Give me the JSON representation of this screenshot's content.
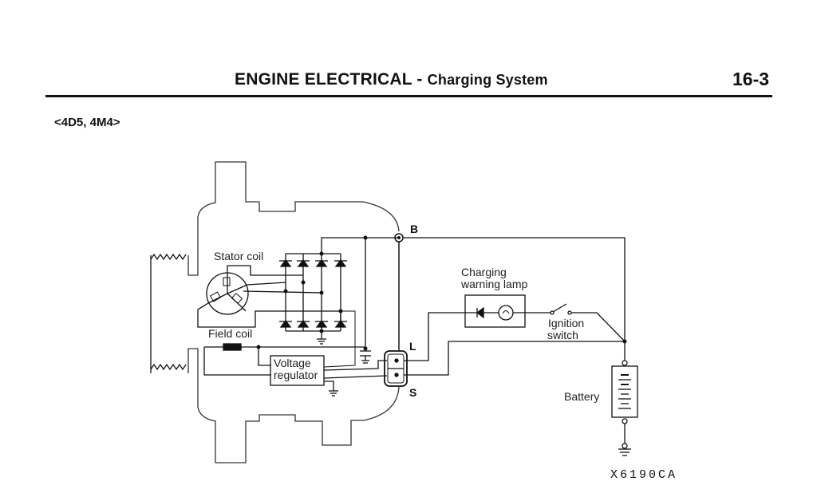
{
  "header": {
    "section": "ENGINE ELECTRICAL",
    "separator": "-",
    "subsection": "Charging System",
    "page_number": "16-3"
  },
  "variant_label": "<4D5, 4M4>",
  "diagram": {
    "title": "Charging system circuit diagram",
    "labels": {
      "stator_coil": "Stator coil",
      "field_coil": "Field coil",
      "voltage_regulator_line1": "Voltage",
      "voltage_regulator_line2": "regulator",
      "charging_lamp_line1": "Charging",
      "charging_lamp_line2": "warning lamp",
      "ignition_line1": "Ignition",
      "ignition_line2": "switch",
      "battery": "Battery",
      "terminal_b": "B",
      "terminal_l": "L",
      "terminal_s": "S"
    },
    "components": [
      "Alternator housing",
      "Stator coil",
      "Rectifier diodes (8)",
      "Field coil",
      "Voltage regulator",
      "Capacitor",
      "Connector L/S",
      "Charging warning lamp",
      "Ignition switch",
      "Battery",
      "Ground"
    ],
    "figure_code": "X6190CA"
  }
}
